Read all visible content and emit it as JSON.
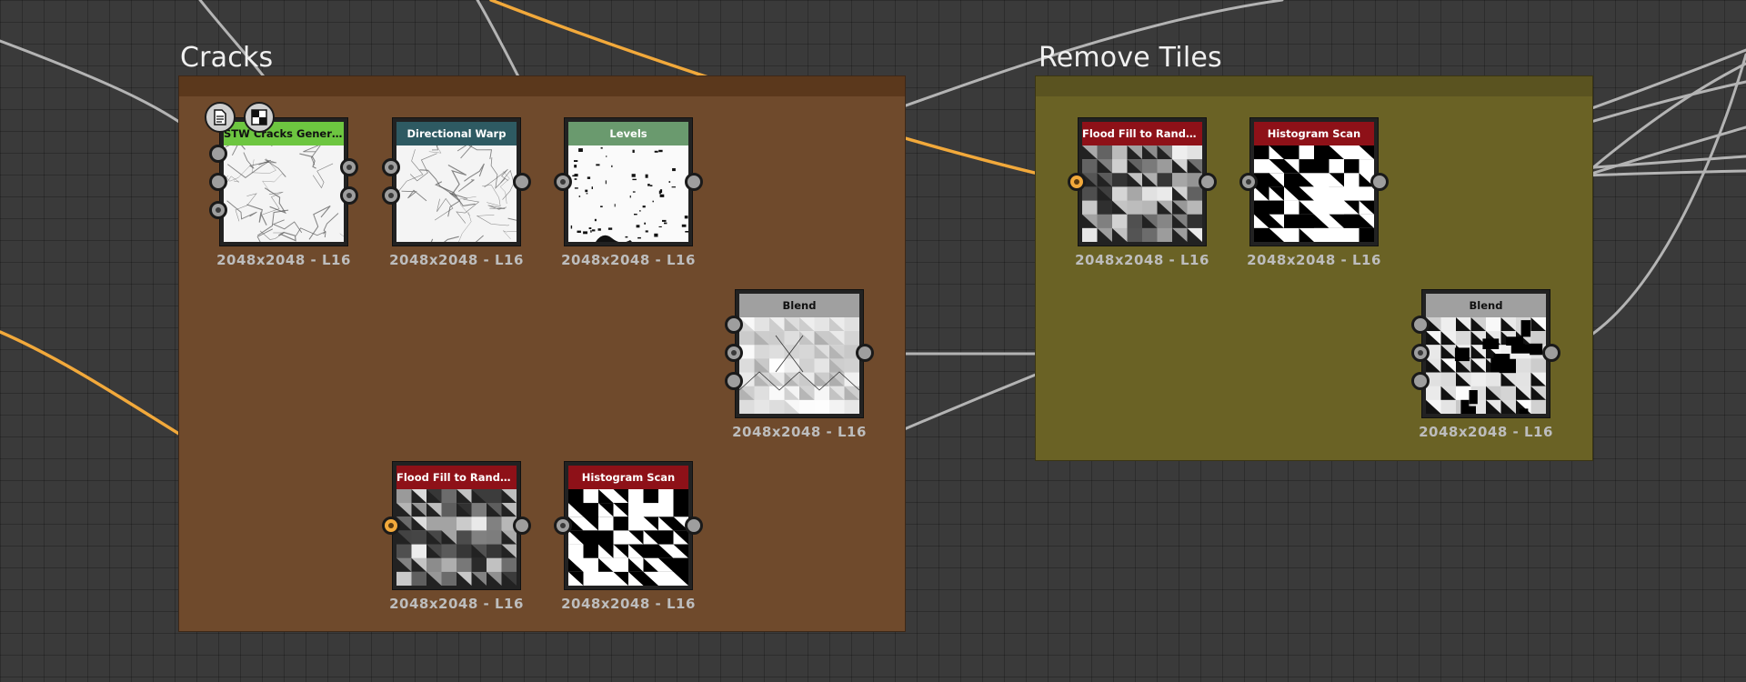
{
  "frames": [
    {
      "id": "cracks",
      "title": "Cracks",
      "color": "#6f4a2c",
      "header": "#5b381c"
    },
    {
      "id": "remove-tiles",
      "title": "Remove Tiles",
      "color": "#6a6225",
      "header": "#5a5320"
    }
  ],
  "nodes": [
    {
      "id": "cracks-gen",
      "title": "STW Cracks Generator",
      "header": "#6dc640",
      "title_color": "#111111",
      "resolution": "2048x2048 - L16",
      "thumb": "cracks"
    },
    {
      "id": "dir-warp",
      "title": "Directional Warp",
      "header": "#2e5a62",
      "title_color": "#ffffff",
      "resolution": "2048x2048 - L16",
      "thumb": "cracks"
    },
    {
      "id": "levels",
      "title": "Levels",
      "header": "#6a9a6e",
      "title_color": "#ffffff",
      "resolution": "2048x2048 - L16",
      "thumb": "bw"
    },
    {
      "id": "blend-1",
      "title": "Blend",
      "header": "#a0a0a0",
      "title_color": "#111111",
      "resolution": "2048x2048 - L16",
      "thumb": "blend"
    },
    {
      "id": "flood-1",
      "title": "Flood Fill to Random Gr...",
      "header": "#8e1118",
      "title_color": "#ffffff",
      "resolution": "2048x2048 - L16",
      "thumb": "flood"
    },
    {
      "id": "hist-1",
      "title": "Histogram Scan",
      "header": "#8e1118",
      "title_color": "#ffffff",
      "resolution": "2048x2048 - L16",
      "thumb": "hist"
    },
    {
      "id": "flood-2",
      "title": "Flood Fill to Random Gr...",
      "header": "#8e1118",
      "title_color": "#ffffff",
      "resolution": "2048x2048 - L16",
      "thumb": "flood"
    },
    {
      "id": "hist-2",
      "title": "Histogram Scan",
      "header": "#8e1118",
      "title_color": "#ffffff",
      "resolution": "2048x2048 - L16",
      "thumb": "hist"
    },
    {
      "id": "blend-2",
      "title": "Blend",
      "header": "#a0a0a0",
      "title_color": "#111111",
      "resolution": "2048x2048 - L16",
      "thumb": "blend2"
    }
  ],
  "colors": {
    "wire": "#b4b4b4",
    "wire_orange": "#f2a93b"
  },
  "icons": {
    "comment": "comment-doc-icon",
    "preview": "checker-preview-icon"
  }
}
